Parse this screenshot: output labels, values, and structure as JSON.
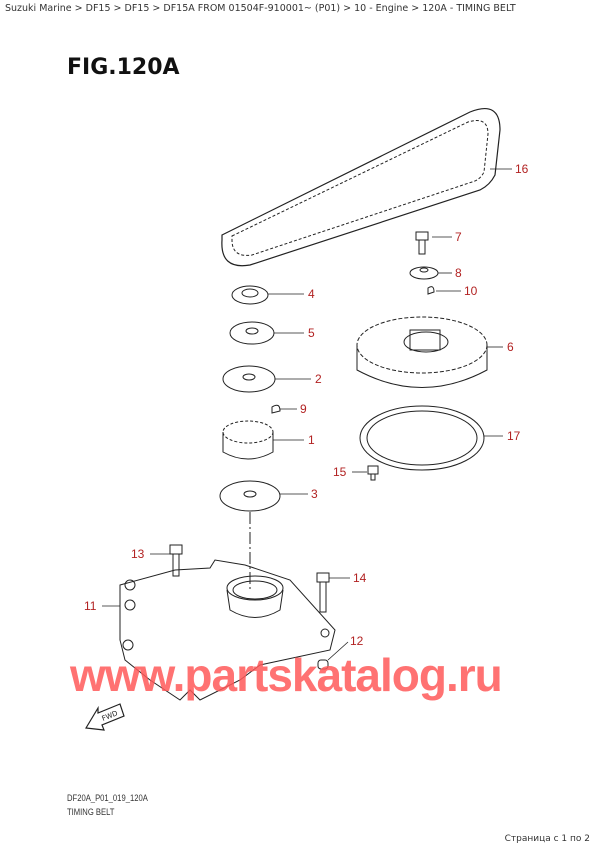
{
  "breadcrumb": [
    "Suzuki Marine",
    "DF15",
    "DF15",
    "DF15A FROM 01504F-910001~  (P01)",
    "10 - Engine",
    "120A - TIMING BELT"
  ],
  "breadcrumb_text": "Suzuki Marine > DF15 > DF15 > DF15A FROM 01504F-910001~  (P01) > 10 - Engine > 120A - TIMING BELT",
  "figure_title": "FIG.120A",
  "callouts": {
    "c1": "1",
    "c2": "2",
    "c3": "3",
    "c4": "4",
    "c5": "5",
    "c6": "6",
    "c7": "7",
    "c8": "8",
    "c9": "9",
    "c10": "10",
    "c11": "11",
    "c12": "12",
    "c13": "13",
    "c14": "14",
    "c15": "15",
    "c16": "16",
    "c17": "17"
  },
  "fwd_label": "FWD",
  "watermark": "www.partskatalog.ru",
  "drawing_code": "DF20A_P01_019_120A",
  "drawing_title": "TIMING BELT",
  "page_indicator": "Страница с 1 по 2",
  "colors": {
    "callout": "#b22222",
    "watermark": "#ff5a5a"
  }
}
